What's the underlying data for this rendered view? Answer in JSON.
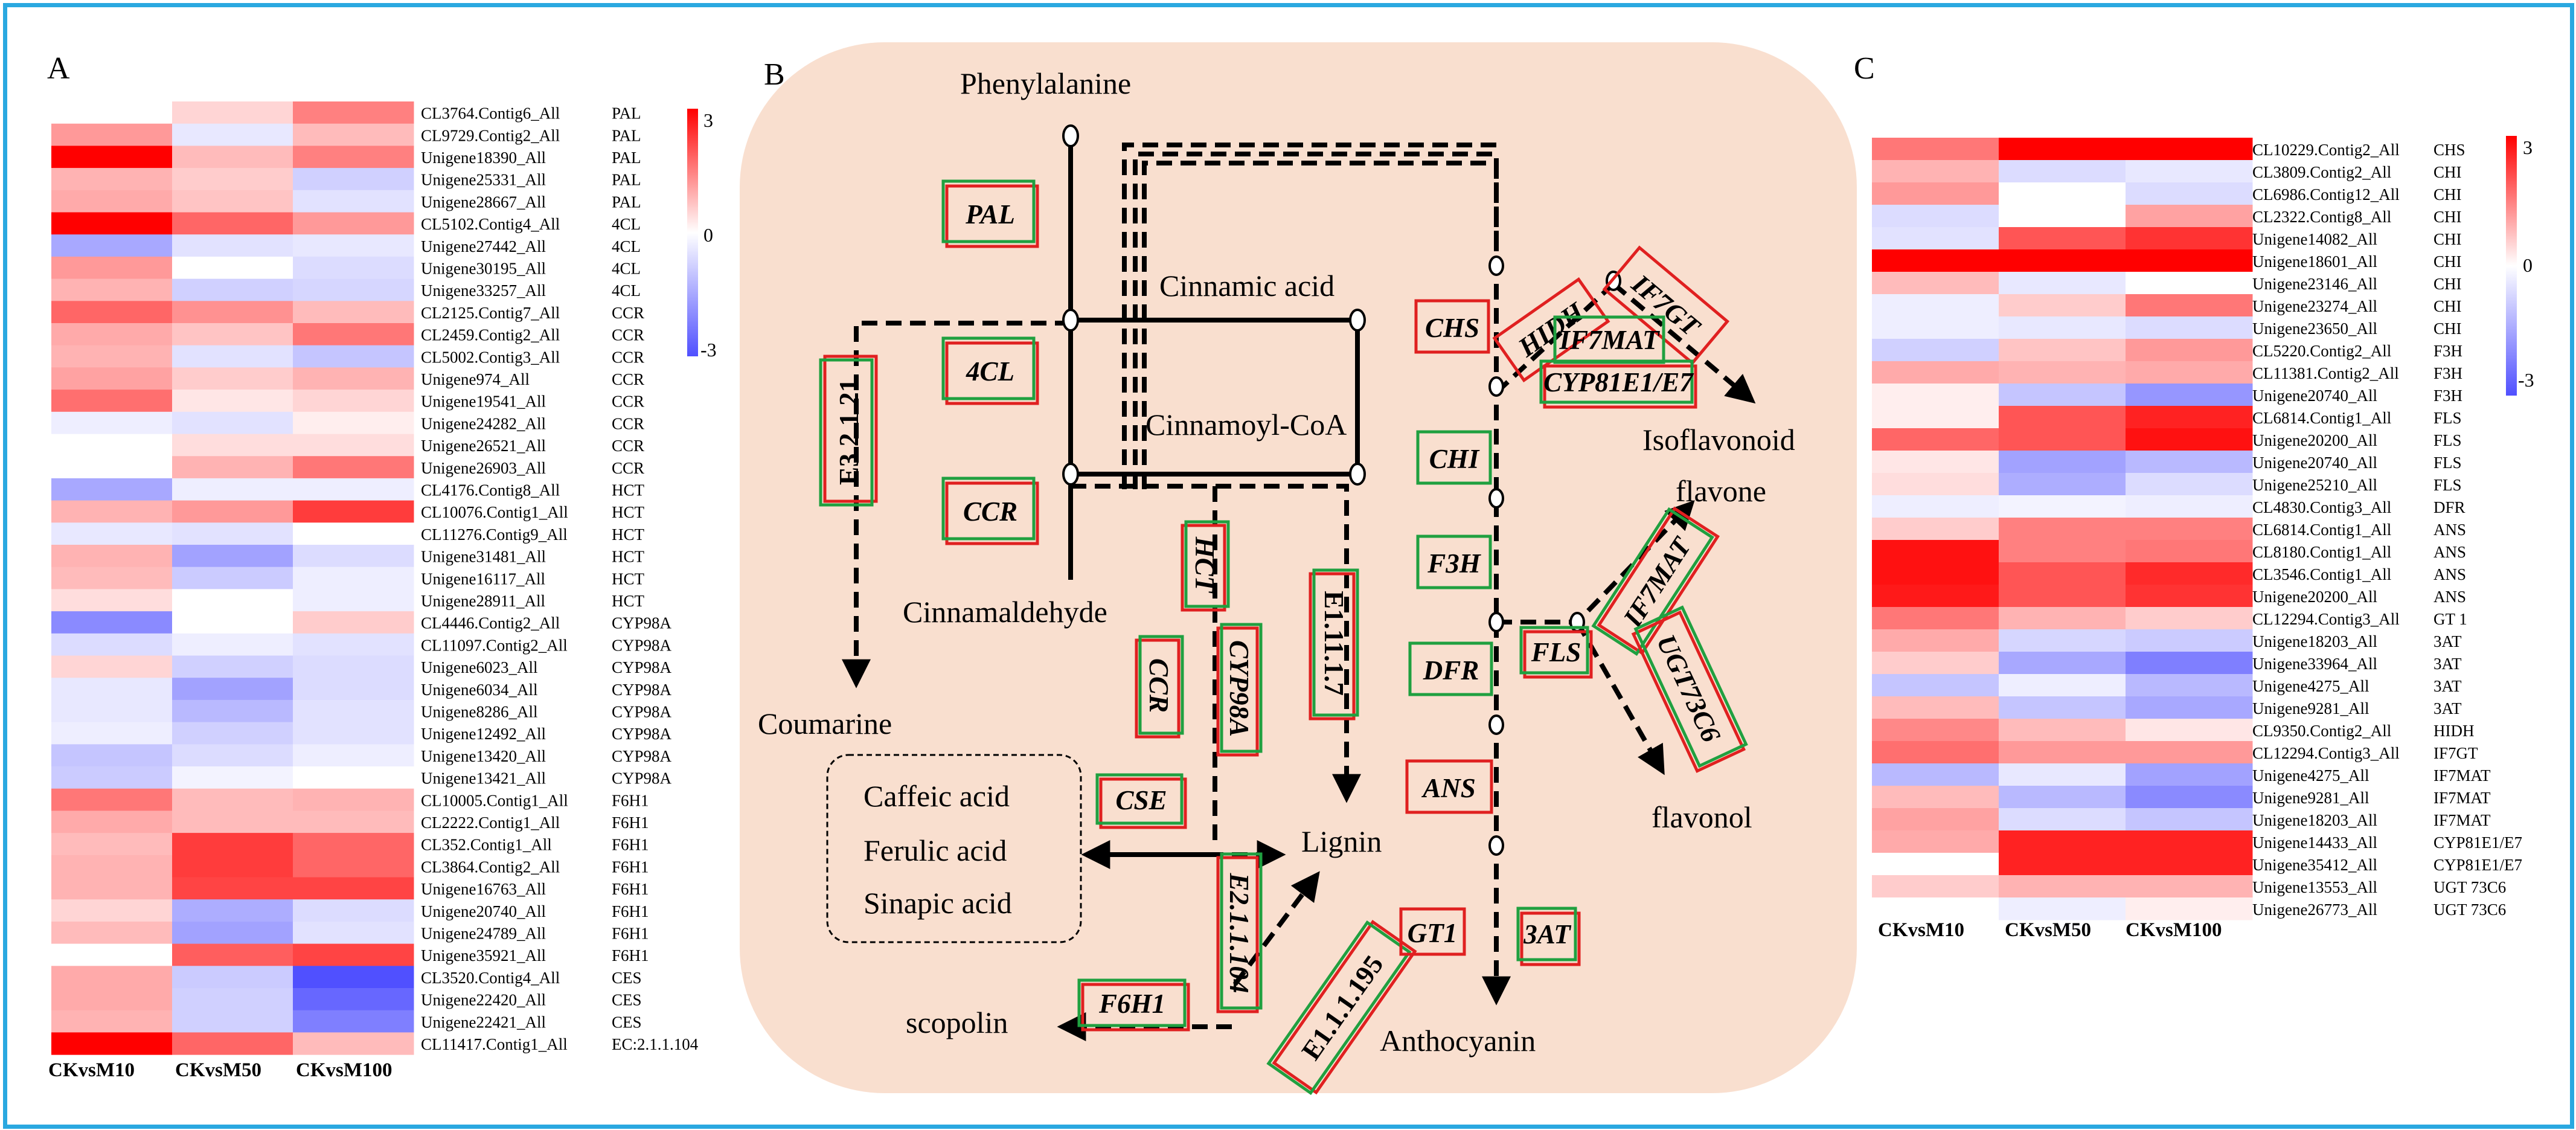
{
  "colors": {
    "frame": "#2aa8e0",
    "pathway_bg": "#f9dfcf",
    "high": "#ff0000",
    "mid": "#ffffff",
    "low": "#5050ff",
    "red_box": "#e02020",
    "green_box": "#20a040"
  },
  "heatmap_scale": {
    "min": -3,
    "max": 3
  },
  "panel_a": {
    "label": "A",
    "scale_labels": {
      "max": "3",
      "mid": "0",
      "min": "-3"
    },
    "columns": [
      "CKvsM10",
      "CKvsM50",
      "CKvsM100"
    ],
    "rows": [
      {
        "gene": "CL3764.Contig6_All",
        "enzyme": "PAL",
        "values": [
          0.0,
          0.5,
          1.5
        ]
      },
      {
        "gene": "CL9729.Contig2_All",
        "enzyme": "PAL",
        "values": [
          1.2,
          -0.4,
          0.8
        ]
      },
      {
        "gene": "Unigene18390_All",
        "enzyme": "PAL",
        "values": [
          3.0,
          0.8,
          1.5
        ]
      },
      {
        "gene": "Unigene25331_All",
        "enzyme": "PAL",
        "values": [
          0.9,
          0.6,
          -0.8
        ]
      },
      {
        "gene": "Unigene28667_All",
        "enzyme": "PAL",
        "values": [
          1.0,
          0.7,
          -0.5
        ]
      },
      {
        "gene": "CL5102.Contig4_All",
        "enzyme": "4CL",
        "values": [
          3.0,
          1.8,
          1.2
        ]
      },
      {
        "gene": "Unigene27442_All",
        "enzyme": "4CL",
        "values": [
          -1.5,
          -0.5,
          -0.4
        ]
      },
      {
        "gene": "Unigene30195_All",
        "enzyme": "4CL",
        "values": [
          1.2,
          0.0,
          -0.6
        ]
      },
      {
        "gene": "Unigene33257_All",
        "enzyme": "4CL",
        "values": [
          0.9,
          -0.8,
          -0.7
        ]
      },
      {
        "gene": "CL2125.Contig7_All",
        "enzyme": "CCR",
        "values": [
          1.8,
          1.3,
          0.8
        ]
      },
      {
        "gene": "CL2459.Contig2_All",
        "enzyme": "CCR",
        "values": [
          1.0,
          0.7,
          1.6
        ]
      },
      {
        "gene": "CL5002.Contig3_All",
        "enzyme": "CCR",
        "values": [
          0.9,
          -0.5,
          -1.0
        ]
      },
      {
        "gene": "Unigene974_All",
        "enzyme": "CCR",
        "values": [
          1.1,
          0.6,
          0.9
        ]
      },
      {
        "gene": "Unigene19541_All",
        "enzyme": "CCR",
        "values": [
          1.7,
          0.3,
          0.5
        ]
      },
      {
        "gene": "Unigene24282_All",
        "enzyme": "CCR",
        "values": [
          -0.3,
          -0.5,
          0.2
        ]
      },
      {
        "gene": "Unigene26521_All",
        "enzyme": "CCR",
        "values": [
          0.0,
          0.4,
          0.4
        ]
      },
      {
        "gene": "Unigene26903_All",
        "enzyme": "CCR",
        "values": [
          0.0,
          0.9,
          1.6
        ]
      },
      {
        "gene": "CL4176.Contig8_All",
        "enzyme": "HCT",
        "values": [
          -1.5,
          -0.3,
          -0.3
        ]
      },
      {
        "gene": "CL10076.Contig1_All",
        "enzyme": "HCT",
        "values": [
          0.9,
          1.2,
          2.3
        ]
      },
      {
        "gene": "CL11276.Contig9_All",
        "enzyme": "HCT",
        "values": [
          -0.4,
          -0.5,
          0.0
        ]
      },
      {
        "gene": "Unigene31481_All",
        "enzyme": "HCT",
        "values": [
          0.9,
          -1.6,
          -0.6
        ]
      },
      {
        "gene": "Unigene16117_All",
        "enzyme": "HCT",
        "values": [
          0.8,
          -0.9,
          -0.3
        ]
      },
      {
        "gene": "Unigene28911_All",
        "enzyme": "HCT",
        "values": [
          0.4,
          0.0,
          -0.3
        ]
      },
      {
        "gene": "CL4446.Contig2_All",
        "enzyme": "CYP98A",
        "values": [
          -2.0,
          0.0,
          0.6
        ]
      },
      {
        "gene": "CL11097.Contig2_All",
        "enzyme": "CYP98A",
        "values": [
          -0.6,
          -0.3,
          -0.5
        ]
      },
      {
        "gene": "Unigene6023_All",
        "enzyme": "CYP98A",
        "values": [
          0.5,
          -0.8,
          -0.6
        ]
      },
      {
        "gene": "Unigene6034_All",
        "enzyme": "CYP98A",
        "values": [
          -0.4,
          -1.6,
          -0.6
        ]
      },
      {
        "gene": "Unigene8286_All",
        "enzyme": "CYP98A",
        "values": [
          -0.4,
          -1.2,
          -0.5
        ]
      },
      {
        "gene": "Unigene12492_All",
        "enzyme": "CYP98A",
        "values": [
          -0.3,
          -0.8,
          -0.5
        ]
      },
      {
        "gene": "Unigene13420_All",
        "enzyme": "CYP98A",
        "values": [
          -1.0,
          -0.6,
          -0.3
        ]
      },
      {
        "gene": "Unigene13421_All",
        "enzyme": "CYP98A",
        "values": [
          -0.9,
          -0.2,
          0.0
        ]
      },
      {
        "gene": "CL10005.Contig1_All",
        "enzyme": "F6H1",
        "values": [
          1.6,
          0.8,
          0.9
        ]
      },
      {
        "gene": "CL2222.Contig1_All",
        "enzyme": "F6H1",
        "values": [
          1.0,
          0.8,
          0.8
        ]
      },
      {
        "gene": "CL352.Contig1_All",
        "enzyme": "F6H1",
        "values": [
          0.8,
          2.3,
          1.8
        ]
      },
      {
        "gene": "CL3864.Contig2_All",
        "enzyme": "F6H1",
        "values": [
          0.9,
          2.3,
          1.8
        ]
      },
      {
        "gene": "Unigene16763_All",
        "enzyme": "F6H1",
        "values": [
          0.9,
          2.2,
          2.2
        ]
      },
      {
        "gene": "Unigene20740_All",
        "enzyme": "F6H1",
        "values": [
          0.5,
          -1.4,
          -0.6
        ]
      },
      {
        "gene": "Unigene24789_All",
        "enzyme": "F6H1",
        "values": [
          0.8,
          -1.6,
          -0.5
        ]
      },
      {
        "gene": "Unigene35921_All",
        "enzyme": "F6H1",
        "values": [
          0.0,
          1.9,
          2.2
        ]
      },
      {
        "gene": "CL3520.Contig4_All",
        "enzyme": "CES",
        "values": [
          1.0,
          -0.9,
          -3.0
        ]
      },
      {
        "gene": "Unigene22420_All",
        "enzyme": "CES",
        "values": [
          1.0,
          -0.8,
          -2.6
        ]
      },
      {
        "gene": "Unigene22421_All",
        "enzyme": "CES",
        "values": [
          0.9,
          -0.8,
          -2.2
        ]
      },
      {
        "gene": "CL11417.Contig1_All",
        "enzyme": "EC:2.1.1.104",
        "values": [
          3.0,
          1.8,
          0.8
        ]
      }
    ]
  },
  "panel_b": {
    "label": "B",
    "metabolites": {
      "phenylalanine": "Phenylalanine",
      "cinnamic_acid": "Cinnamic acid",
      "cinnamoyl_coa": "Cinnamoyl-CoA",
      "cinnamaldehyde": "Cinnamaldehyde",
      "coumarine": "Coumarine",
      "caffeic": "Caffeic acid",
      "ferulic": "Ferulic acid",
      "sinapic": "Sinapic acid",
      "lignin": "Lignin",
      "scopolin": "scopolin",
      "anthocyanin": "Anthocyanin",
      "isoflavonoid": "Isoflavonoid",
      "flavone": "flavone",
      "flavonol": "flavonol"
    },
    "enzymes": {
      "pal": "PAL",
      "c4l": "4CL",
      "ccr": "CCR",
      "e321": "E3.2.1.21",
      "hct": "HCT",
      "cyp98a": "CYP98A",
      "ccr2": "CCR",
      "e1117": "E1.11.1.7",
      "cse": "CSE",
      "e21104": "E2.1.1.104",
      "e111195": "E1.1.1.195",
      "f6h1": "F6H1",
      "chs": "CHS",
      "hidh": "HIDH",
      "if7gt": "IF7GT",
      "if7mat": "IF7MAT",
      "cyp81": "CYP81E1/E7",
      "chi": "CHI",
      "f3h": "F3H",
      "dfr": "DFR",
      "fls": "FLS",
      "if7mat2": "IF7MAT",
      "ugt": "UGT73C6",
      "ans": "ANS",
      "gt1": "GT1",
      "at3": "3AT"
    }
  },
  "panel_c": {
    "label": "C",
    "scale_labels": {
      "max": "3",
      "mid": "0",
      "min": "-3"
    },
    "columns": [
      "CKvsM10",
      "CKvsM50",
      "CKvsM100"
    ],
    "rows": [
      {
        "gene": "CL10229.Contig2_All",
        "enzyme": "CHS",
        "values": [
          1.6,
          3.0,
          3.0
        ]
      },
      {
        "gene": "CL3809.Contig2_All",
        "enzyme": "CHI",
        "values": [
          0.9,
          -0.6,
          -0.4
        ]
      },
      {
        "gene": "CL6986.Contig12_All",
        "enzyme": "CHI",
        "values": [
          1.2,
          0.0,
          -0.6
        ]
      },
      {
        "gene": "CL2322.Contig8_All",
        "enzyme": "CHI",
        "values": [
          -0.6,
          0.0,
          1.1
        ]
      },
      {
        "gene": "Unigene14082_All",
        "enzyme": "CHI",
        "values": [
          -0.5,
          2.0,
          2.4
        ]
      },
      {
        "gene": "Unigene18601_All",
        "enzyme": "CHI",
        "values": [
          3.0,
          3.0,
          3.0
        ]
      },
      {
        "gene": "Unigene23146_All",
        "enzyme": "CHI",
        "values": [
          0.8,
          -0.4,
          0.0
        ]
      },
      {
        "gene": "Unigene23274_All",
        "enzyme": "CHI",
        "values": [
          -0.3,
          0.6,
          1.6
        ]
      },
      {
        "gene": "Unigene23650_All",
        "enzyme": "CHI",
        "values": [
          -0.3,
          -0.4,
          -0.6
        ]
      },
      {
        "gene": "CL5220.Contig2_All",
        "enzyme": "F3H",
        "values": [
          -0.8,
          0.7,
          1.2
        ]
      },
      {
        "gene": "CL11381.Contig2_All",
        "enzyme": "F3H",
        "values": [
          1.0,
          0.9,
          1.0
        ]
      },
      {
        "gene": "Unigene20740_All",
        "enzyme": "F3H",
        "values": [
          0.2,
          -1.0,
          -1.8
        ]
      },
      {
        "gene": "CL6814.Contig1_All",
        "enzyme": "FLS",
        "values": [
          0.2,
          2.0,
          2.6
        ]
      },
      {
        "gene": "Unigene20200_All",
        "enzyme": "FLS",
        "values": [
          1.8,
          2.0,
          2.8
        ]
      },
      {
        "gene": "Unigene20740_All",
        "enzyme": "FLS",
        "values": [
          0.3,
          -1.6,
          -1.2
        ]
      },
      {
        "gene": "Unigene25210_All",
        "enzyme": "FLS",
        "values": [
          0.4,
          -1.4,
          -0.6
        ]
      },
      {
        "gene": "CL4830.Contig3_All",
        "enzyme": "DFR",
        "values": [
          -0.3,
          -0.2,
          -0.3
        ]
      },
      {
        "gene": "CL6814.Contig1_All",
        "enzyme": "ANS",
        "values": [
          0.6,
          1.5,
          1.5
        ]
      },
      {
        "gene": "CL8180.Contig1_All",
        "enzyme": "ANS",
        "values": [
          2.8,
          1.5,
          1.6
        ]
      },
      {
        "gene": "CL3546.Contig1_All",
        "enzyme": "ANS",
        "values": [
          2.8,
          2.0,
          2.5
        ]
      },
      {
        "gene": "Unigene20200_All",
        "enzyme": "ANS",
        "values": [
          2.7,
          2.0,
          2.4
        ]
      },
      {
        "gene": "CL12294.Contig3_All",
        "enzyme": "GT 1",
        "values": [
          1.6,
          0.9,
          0.6
        ]
      },
      {
        "gene": "Unigene18203_All",
        "enzyme": "3AT",
        "values": [
          1.0,
          -0.7,
          -0.9
        ]
      },
      {
        "gene": "Unigene33964_All",
        "enzyme": "3AT",
        "values": [
          0.6,
          -1.5,
          -2.2
        ]
      },
      {
        "gene": "Unigene4275_All",
        "enzyme": "3AT",
        "values": [
          -1.0,
          -0.3,
          -1.2
        ]
      },
      {
        "gene": "Unigene9281_All",
        "enzyme": "3AT",
        "values": [
          0.8,
          -1.0,
          -1.5
        ]
      },
      {
        "gene": "CL9350.Contig2_All",
        "enzyme": "HIDH",
        "values": [
          1.4,
          0.8,
          0.3
        ]
      },
      {
        "gene": "CL12294.Contig3_All",
        "enzyme": "IF7GT",
        "values": [
          1.7,
          1.2,
          1.2
        ]
      },
      {
        "gene": "Unigene4275_All",
        "enzyme": "IF7MAT",
        "values": [
          -1.2,
          -0.4,
          -1.6
        ]
      },
      {
        "gene": "Unigene9281_All",
        "enzyme": "IF7MAT",
        "values": [
          0.8,
          -1.2,
          -2.0
        ]
      },
      {
        "gene": "Unigene18203_All",
        "enzyme": "IF7MAT",
        "values": [
          1.1,
          -0.6,
          -1.0
        ]
      },
      {
        "gene": "Unigene14433_All",
        "enzyme": "CYP81E1/E7",
        "values": [
          1.0,
          2.6,
          2.6
        ]
      },
      {
        "gene": "Unigene35412_All",
        "enzyme": "CYP81E1/E7",
        "values": [
          0.0,
          2.6,
          2.6
        ]
      },
      {
        "gene": "Unigene13553_All",
        "enzyme": "UGT 73C6",
        "values": [
          0.6,
          0.9,
          0.9
        ]
      },
      {
        "gene": "Unigene26773_All",
        "enzyme": "UGT 73C6",
        "values": [
          0.0,
          -0.3,
          0.2
        ]
      }
    ]
  }
}
